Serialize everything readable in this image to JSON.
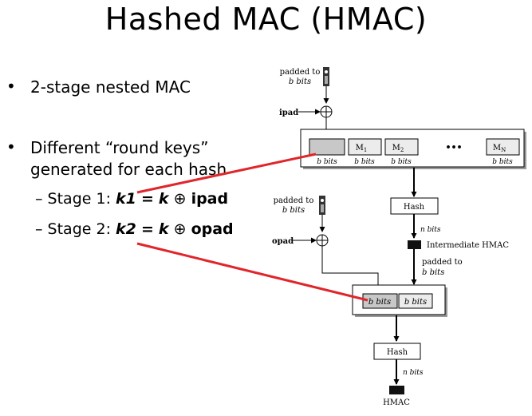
{
  "title": "Hashed MAC (HMAC)",
  "bullets": [
    {
      "text": "2-stage nested MAC"
    },
    {
      "line1": "Different “round keys”",
      "line2": "generated for each hash"
    }
  ],
  "stages": [
    {
      "dash": "–",
      "label": "Stage 1:",
      "lhs": "k1",
      "eq": "=",
      "k": "k",
      "op": "⊕",
      "pad": "ipad"
    },
    {
      "dash": "–",
      "label": "Stage 2:",
      "lhs": "k2",
      "eq": "=",
      "k": "k",
      "op": "⊕",
      "pad": "opad"
    }
  ],
  "diagram": {
    "padded_to_1": "padded to",
    "b_bits_1": "b bits",
    "ipad": "ipad",
    "xor": "+",
    "blocks": [
      "M1",
      "M2",
      "MN"
    ],
    "block_subscripts": [
      "1",
      "2",
      "N"
    ],
    "dots": "•••",
    "bits_labels": [
      "b bits",
      "b bits",
      "b bits",
      "b bits"
    ],
    "hash1": "Hash",
    "n_bits_1": "n bits",
    "intermediate": "Intermediate HMAC",
    "padded_to_2": "padded to",
    "b_bits_2": "b bits",
    "padded_to_3": "padded to",
    "b_bits_3": "b bits",
    "opad": "opad",
    "stage2_blocks": [
      "b bits",
      "b bits"
    ],
    "hash2": "Hash",
    "n_bits_2": "n bits",
    "output": "HMAC"
  },
  "colors": {
    "highlight_line": "#e0262b",
    "key_block": "#c8c8c8",
    "box_shadow": "#9a9a9a"
  }
}
